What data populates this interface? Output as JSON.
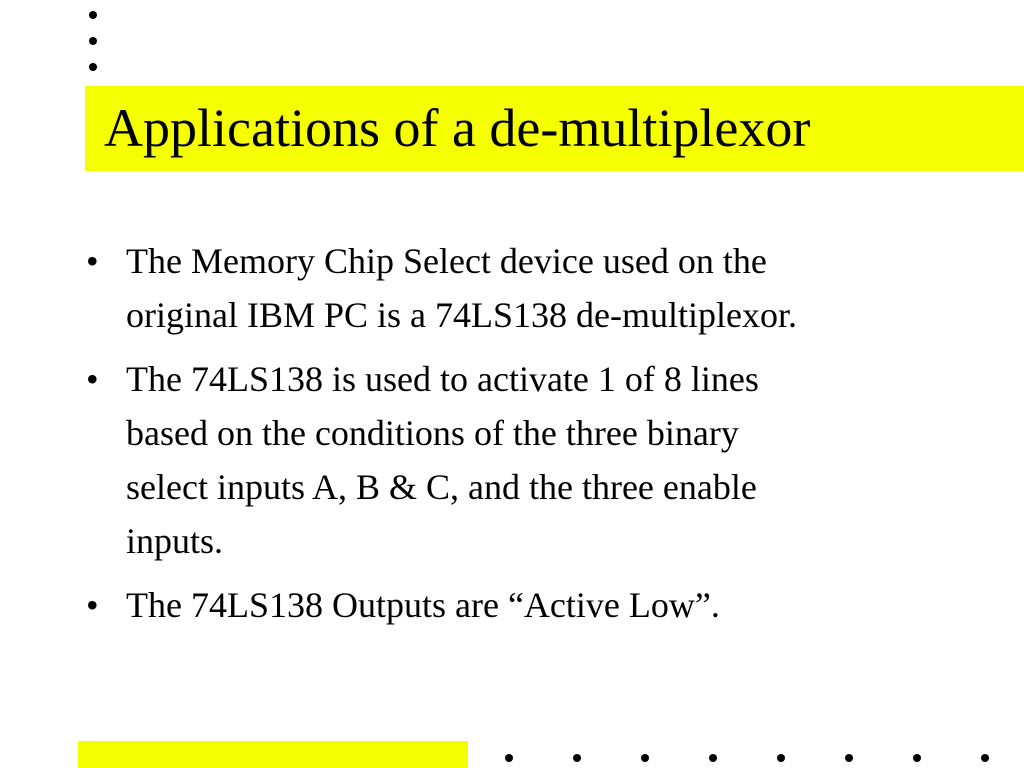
{
  "slide": {
    "title": "Applications of a de-multiplexor",
    "bullet_glyph": "•",
    "bullets": [
      {
        "text": "The Memory Chip Select device used on the\noriginal IBM PC is a 74LS138 de-multiplexor."
      },
      {
        "text": "The 74LS138 is used to activate 1 of 8 lines\nbased on the conditions of the three binary\nselect inputs A, B & C, and the three enable\ninputs."
      },
      {
        "text": "The 74LS138 Outputs are “Active Low”."
      }
    ]
  },
  "colors": {
    "accent_yellow": "#f6ff00",
    "text": "#000000",
    "background": "#ffffff"
  }
}
